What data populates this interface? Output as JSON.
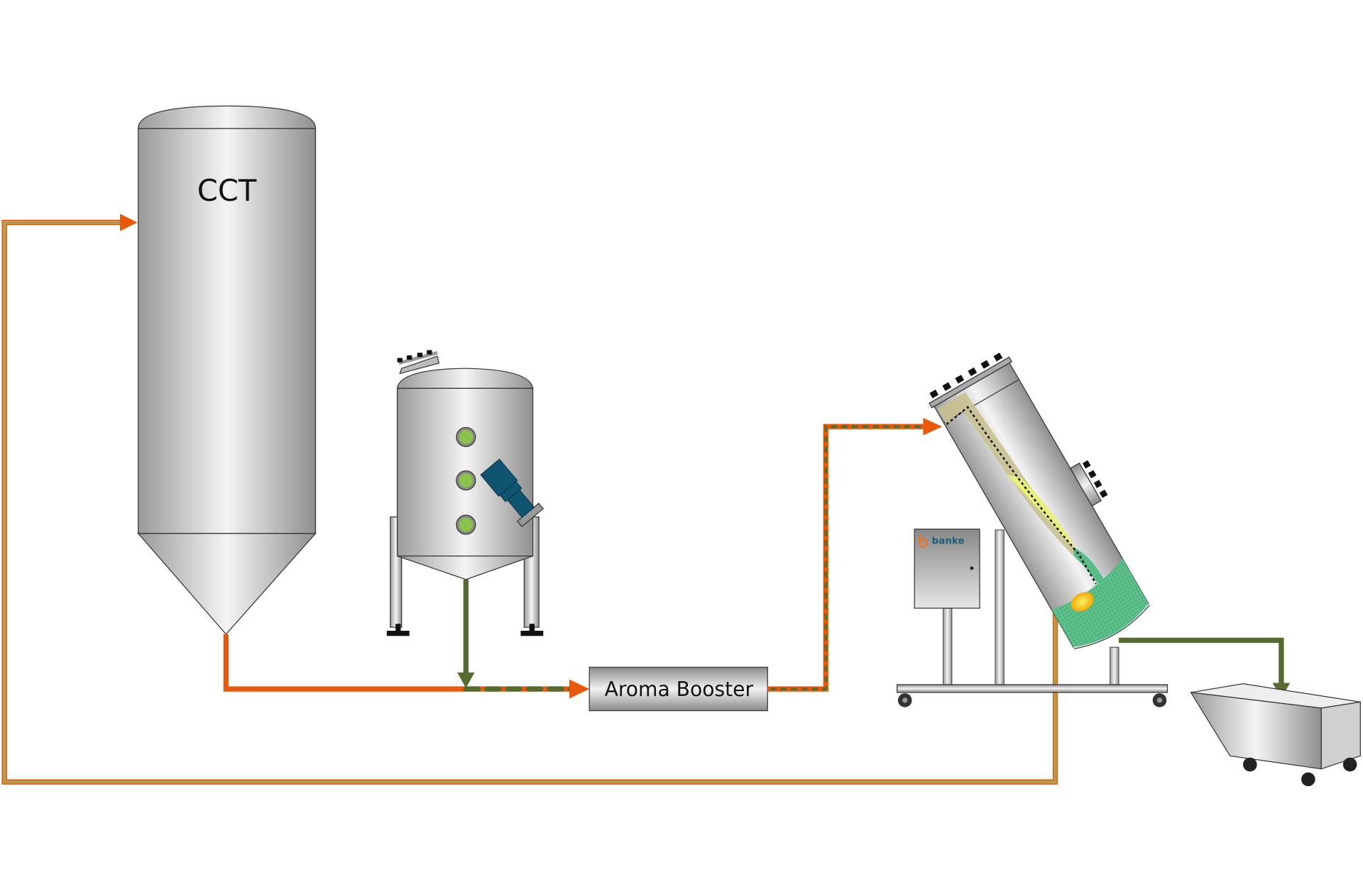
{
  "diagram": {
    "cct_label": "CCT",
    "booster_label": "Aroma Booster",
    "logo_text": "banke",
    "colors": {
      "orange_line": "#e8590c",
      "green_line": "#556b2f",
      "return_line": "#d9a04a",
      "sight_glass": "#8bc34a",
      "motor": "#0f5570",
      "sediment": "#5cbf8a",
      "logo_accent": "#f07020",
      "logo_text": "#1b5e7a"
    }
  }
}
